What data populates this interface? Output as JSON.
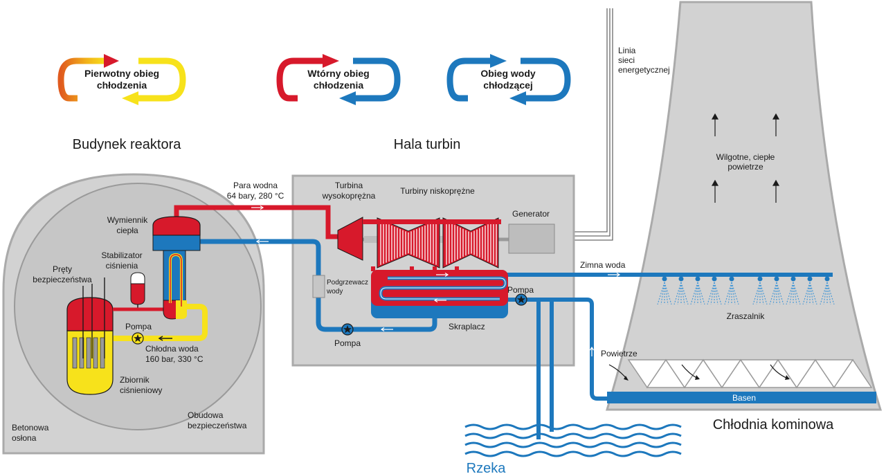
{
  "legend": {
    "primary": [
      "Pierwotny obieg",
      "chłodzenia"
    ],
    "secondary": [
      "Wtórny obieg",
      "chłodzenia"
    ],
    "cooling": [
      "Obieg wody",
      "chłodzącej"
    ]
  },
  "sections": {
    "reactor_building": "Budynek reaktora",
    "turbine_hall": "Hala turbin",
    "cooling_tower": "Chłodnia kominowa"
  },
  "labels": {
    "grid_line": [
      "Linia",
      "sieci",
      "energetycznej"
    ],
    "humid_air": [
      "Wilgotne, ciepłe",
      "powietrze"
    ],
    "steam": [
      "Para wodna",
      "64 bary, 280 °C"
    ],
    "hp_turbine": [
      "Turbina",
      "wysokoprężna"
    ],
    "lp_turbines": "Turbiny niskoprężne",
    "generator": "Generator",
    "heat_exchanger": [
      "Wymiennik",
      "ciepła"
    ],
    "pressurizer": [
      "Stabilizator",
      "ciśnienia"
    ],
    "control_rods": [
      "Pręty",
      "bezpieczeństwa"
    ],
    "feedwater_heater": [
      "Podgrzewacz",
      "wody"
    ],
    "cold_water": "Zimna woda",
    "pump_tower": "Pompa",
    "sprayer": "Zraszalnik",
    "condenser": "Skraplacz",
    "pump_turbine": "Pompa",
    "pump_reactor": "Pompa",
    "coolant": [
      "Chłodna woda",
      "160 bar, 330 °C"
    ],
    "pressure_vessel": [
      "Zbiornik",
      "ciśnieniowy"
    ],
    "air": "Powietrze",
    "basin": "Basen",
    "containment": [
      "Obudowa",
      "bezpieczeństwa"
    ],
    "concrete_shield": [
      "Betonowa",
      "osłona"
    ],
    "river": "Rzeka"
  },
  "colors": {
    "red": "#d7192b",
    "blue": "#1d78bd",
    "yellow": "#f7e21b",
    "orange": "#e8731e",
    "building": "#d2d2d2",
    "inner": "#c6c6c6"
  }
}
